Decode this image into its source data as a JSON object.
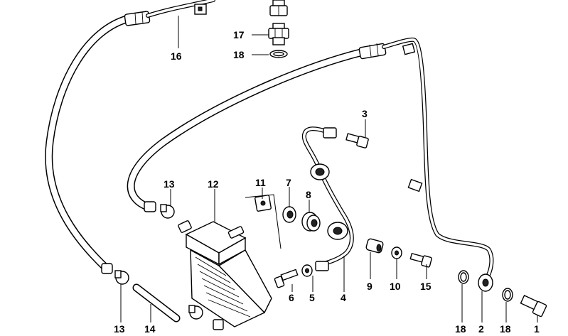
{
  "diagram": {
    "labels": [
      "1",
      "2",
      "3",
      "4",
      "5",
      "6",
      "7",
      "8",
      "9",
      "10",
      "11",
      "12",
      "13",
      "13",
      "14",
      "15",
      "16",
      "17",
      "18",
      "18",
      "18"
    ]
  },
  "callouts": [
    {
      "id": "label-17",
      "text": "17"
    },
    {
      "id": "label-18-top",
      "text": "18"
    },
    {
      "id": "label-16",
      "text": "16"
    },
    {
      "id": "label-3",
      "text": "3"
    },
    {
      "id": "label-11",
      "text": "11"
    },
    {
      "id": "label-7",
      "text": "7"
    },
    {
      "id": "label-8",
      "text": "8"
    },
    {
      "id": "label-13-top",
      "text": "13"
    },
    {
      "id": "label-12",
      "text": "12"
    },
    {
      "id": "label-9",
      "text": "9"
    },
    {
      "id": "label-10",
      "text": "10"
    },
    {
      "id": "label-15",
      "text": "15"
    },
    {
      "id": "label-6",
      "text": "6"
    },
    {
      "id": "label-5",
      "text": "5"
    },
    {
      "id": "label-4",
      "text": "4"
    },
    {
      "id": "label-13-bottom",
      "text": "13"
    },
    {
      "id": "label-14",
      "text": "14"
    },
    {
      "id": "label-18-bottom-left",
      "text": "18"
    },
    {
      "id": "label-2",
      "text": "2"
    },
    {
      "id": "label-18-bottom-right",
      "text": "18"
    },
    {
      "id": "label-1",
      "text": "1"
    }
  ]
}
